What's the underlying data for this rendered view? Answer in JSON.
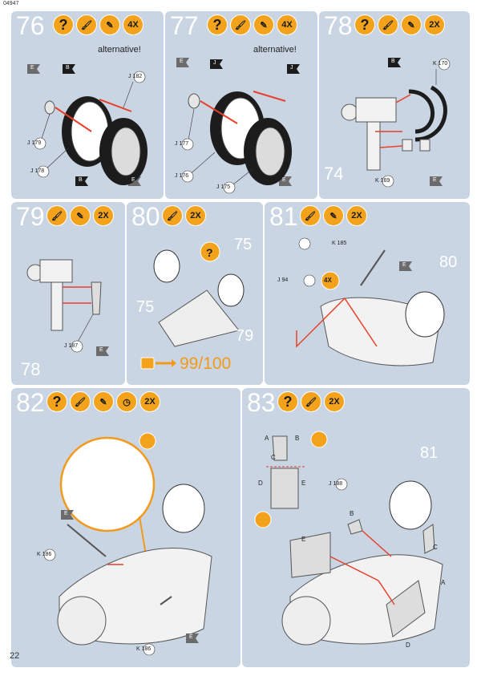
{
  "header": {
    "doc_id": "04947",
    "page_number": "22"
  },
  "steps": [
    {
      "number": "76",
      "icons": [
        "?",
        "paint-brush",
        "glue",
        "4X"
      ],
      "note": "alternative!",
      "labels": [
        "J 182",
        "J 179",
        "J 178"
      ]
    },
    {
      "number": "77",
      "icons": [
        "?",
        "paint-brush",
        "glue",
        "4X"
      ],
      "note": "alternative!",
      "labels": [
        "J 177",
        "J 176",
        "J 175"
      ]
    },
    {
      "number": "78",
      "icons": [
        "?",
        "paint-brush",
        "glue",
        "2X"
      ],
      "labels": [
        "K 170",
        "K 169"
      ],
      "ref": "74"
    },
    {
      "number": "79",
      "icons": [
        "paint-brush",
        "glue",
        "2X"
      ],
      "labels": [
        "J 187"
      ],
      "ref": "78"
    },
    {
      "number": "80",
      "icons": [
        "paint-brush",
        "2X"
      ],
      "refs": [
        "75",
        "75",
        "79"
      ],
      "repeat": "99/100"
    },
    {
      "number": "81",
      "icons": [
        "paint-brush",
        "glue",
        "2X"
      ],
      "labels": [
        "K 185",
        "J 94"
      ],
      "sub_count": "4X",
      "ref": "80"
    },
    {
      "number": "82",
      "icons": [
        "?",
        "paint-brush",
        "glue",
        "clock",
        "2X"
      ],
      "labels": [
        "K 186",
        "K 186"
      ]
    },
    {
      "number": "83",
      "icons": [
        "?",
        "paint-brush",
        "2X"
      ],
      "labels": [
        "J 188"
      ],
      "ref": "81",
      "letters": [
        "A",
        "B",
        "C",
        "D",
        "E",
        "A",
        "B",
        "C",
        "D",
        "E"
      ]
    }
  ],
  "flags": {
    "E": "E",
    "B": "B",
    "J": "J"
  },
  "colors": {
    "panel": "#c9d5e2",
    "icon": "#f3a21c",
    "arrow": "#e8402a",
    "text_light": "#ffffff"
  }
}
